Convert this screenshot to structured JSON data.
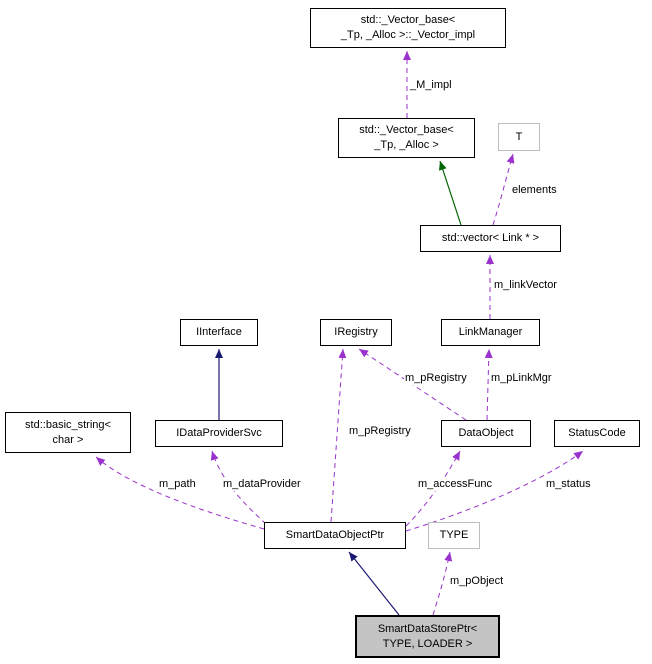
{
  "diagram": {
    "type": "collaboration-graph",
    "colors": {
      "member_edge": "#9a32cd",
      "inheritance_edge": "#191970",
      "template_instance_edge": "#006400",
      "focus_node_fill": "#c4c4c4",
      "template_node_border": "#bebebe",
      "node_border": "#000000",
      "background": "#ffffff"
    },
    "nodes": {
      "vector_impl": {
        "label": "std::_Vector_base<\n_Tp, _Alloc >::_Vector_impl"
      },
      "vector_base": {
        "label": "std::_Vector_base<\n_Tp, _Alloc >"
      },
      "t": {
        "label": "T"
      },
      "vector_link": {
        "label": "std::vector< Link * >"
      },
      "iinterface": {
        "label": "IInterface"
      },
      "iregistry": {
        "label": "IRegistry"
      },
      "link_manager": {
        "label": "LinkManager"
      },
      "basic_string": {
        "label": "std::basic_string<\nchar >"
      },
      "idataprovidersvc": {
        "label": "IDataProviderSvc"
      },
      "data_object": {
        "label": "DataObject"
      },
      "status_code": {
        "label": "StatusCode"
      },
      "smart_data_object_ptr": {
        "label": "SmartDataObjectPtr"
      },
      "type": {
        "label": "TYPE"
      },
      "smart_data_store_ptr": {
        "label": "SmartDataStorePtr<\nTYPE, LOADER >"
      }
    },
    "edge_labels": {
      "m_impl": "_M_impl",
      "elements": "elements",
      "m_link_vector": "m_linkVector",
      "m_p_registry_from_data_object": "m_pRegistry",
      "m_p_link_mgr": "m_pLinkMgr",
      "m_p_registry_from_smart_ptr": "m_pRegistry",
      "m_path": "m_path",
      "m_data_provider": "m_dataProvider",
      "m_access_func": "m_accessFunc",
      "m_status": "m_status",
      "m_p_object": "m_pObject"
    }
  }
}
